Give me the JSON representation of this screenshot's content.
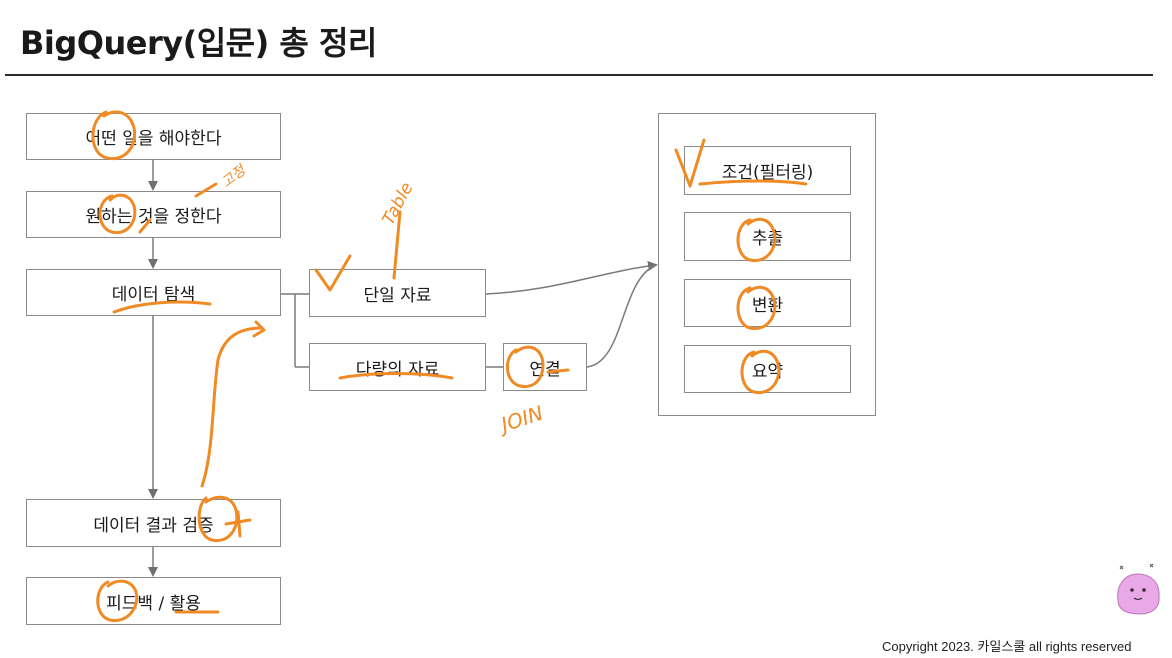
{
  "title": "BigQuery(입문) 총 정리",
  "flow": {
    "step1": "어떤 일을 해야한다",
    "step2": "원하는 것을 정한다",
    "step3": "데이터 탐색",
    "step4": "데이터 결과 검증",
    "step5": "피드백 / 활용"
  },
  "branches": {
    "single": "단일 자료",
    "multiple": "다량의 자료",
    "join": "연결"
  },
  "operations": {
    "items": [
      "조건(필터링)",
      "추출",
      "변환",
      "요약"
    ]
  },
  "annotations": {
    "table": "Table",
    "join": "JOIN",
    "note": "고정"
  },
  "footer": {
    "copyright": "Copyright 2023. 카일스쿨 all rights reserved"
  },
  "colors": {
    "ink": "#f08a24",
    "connector": "#7a7a7a",
    "mascot": "#e9a8e8"
  }
}
